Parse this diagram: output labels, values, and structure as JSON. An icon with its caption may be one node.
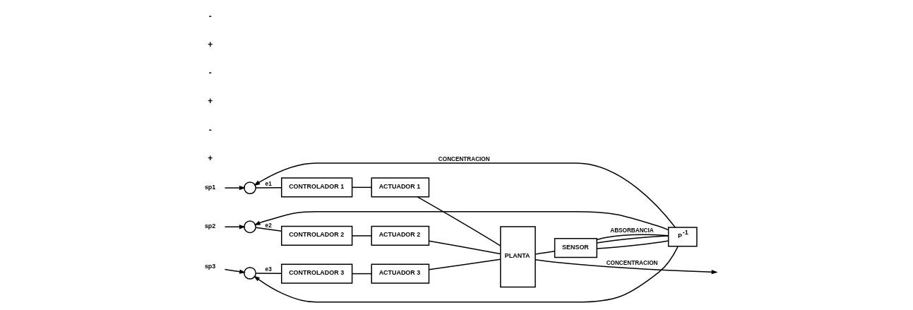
{
  "diagram": {
    "nodes": [
      {
        "text": [
          "sp1"
        ]
      },
      {
        "text": [
          "sp2"
        ]
      },
      {
        "text": [
          "sp3"
        ]
      },
      {
        "text": [],
        "shape": "circle"
      },
      {
        "text": [],
        "shape": "circle"
      },
      {
        "text": [],
        "shape": "circle"
      },
      {
        "text": [
          "CONTROLADOR 1"
        ]
      },
      {
        "text": [
          "CONTROLADOR 2"
        ]
      },
      {
        "text": [
          "CONTROLADOR 3"
        ]
      },
      {
        "text": [
          "ACTUADOR 1"
        ]
      },
      {
        "text": [
          "ACTUADOR 2"
        ]
      },
      {
        "text": [
          "ACTUADOR 3"
        ]
      },
      {
        "text": [
          "PLANTA"
        ]
      },
      {
        "text": [
          "SENSOR"
        ]
      },
      {
        "text": [
          "P$^{-1}$"
        ]
      }
    ],
    "edges": [
      {
        "from": 0,
        "to": 3,
        "arrow": "to"
      },
      {
        "from": 1,
        "to": 4,
        "arrow": "to"
      },
      {
        "from": 2,
        "to": 5,
        "arrow": "to"
      },
      {
        "from": 3,
        "to": 6,
        "arrow": "none",
        "label": "e1"
      },
      {
        "from": 4,
        "to": 7,
        "arrow": "none",
        "label": "e2"
      },
      {
        "from": 5,
        "to": 8,
        "arrow": "none",
        "label": "e3"
      },
      {
        "from": 6,
        "to": 9,
        "arrow": "none"
      },
      {
        "from": 7,
        "to": 10,
        "arrow": "none"
      },
      {
        "from": 8,
        "to": 11,
        "arrow": "none"
      },
      {
        "from": 9,
        "to": 12,
        "arrow": "none"
      },
      {
        "from": 10,
        "to": 12,
        "arrow": "none"
      },
      {
        "from": 11,
        "to": 12,
        "arrow": "none"
      },
      {
        "from": 12,
        "to": null,
        "arrow": "to",
        "label": "CONCENTRACION"
      },
      {
        "from": 12,
        "to": 13,
        "arrow": "none"
      },
      {
        "from": 13,
        "to": 14,
        "arrow": "none"
      },
      {
        "from": 13,
        "to": 14,
        "arrow": "none"
      },
      {
        "from": 13,
        "to": 14,
        "arrow": "none",
        "label": "ABSORBANCIA"
      },
      {
        "from": 14,
        "to": 5,
        "arrow": "to"
      },
      {
        "from": 14,
        "to": 4,
        "arrow": "to"
      },
      {
        "from": 14,
        "to": 3,
        "arrow": "to",
        "label": "CONCENTRACION"
      }
    ],
    "labels": [
      "+",
      "-",
      "+",
      "-",
      "+",
      "-"
    ]
  }
}
